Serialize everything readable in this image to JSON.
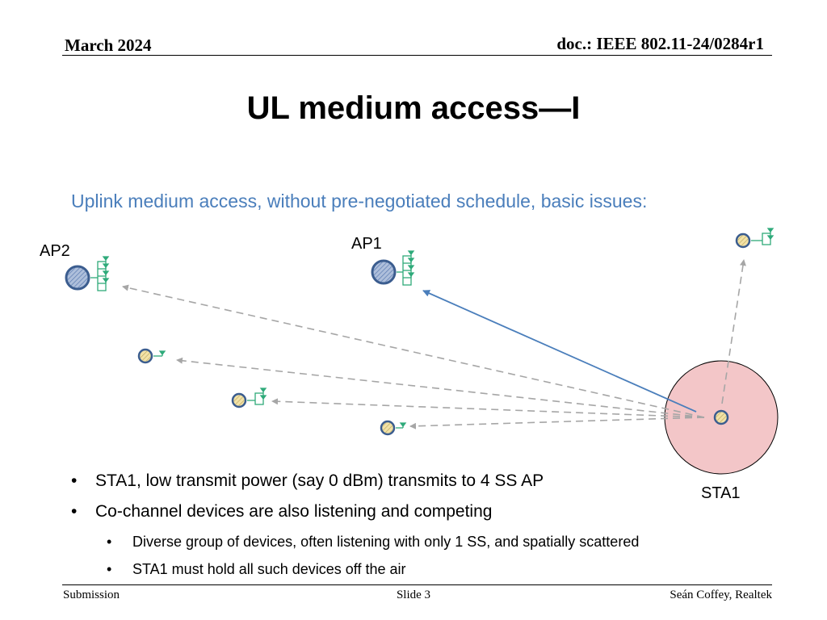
{
  "header": {
    "date": "March 2024",
    "doc": "doc.: IEEE 802.11-24/0284r1"
  },
  "title": "UL medium access—I",
  "subtitle": "Uplink medium access, without pre-negotiated schedule, basic issues:",
  "diagram": {
    "labels": {
      "ap2": "AP2",
      "ap1": "AP1",
      "sta1": "STA1"
    },
    "colors": {
      "ap_fill": "#aebfdb",
      "sta_fill": "#f2e2a6",
      "node_stroke": "#3b5d8f",
      "antenna": "#2faa7a",
      "coverage_fill": "#f3c6c8",
      "solid_arrow": "#4a7ebb",
      "dashed_arrow": "#a6a6a6"
    }
  },
  "bullets": [
    {
      "level": 1,
      "text": "STA1, low transmit power (say 0 dBm) transmits to 4 SS AP"
    },
    {
      "level": 1,
      "text": "Co-channel devices are also listening and competing"
    },
    {
      "level": 2,
      "text": "Diverse group of devices, often listening with only 1 SS, and spatially scattered"
    },
    {
      "level": 2,
      "text": "STA1 must hold all such devices off the air"
    }
  ],
  "bullet_glyph": "•",
  "footer": {
    "left": "Submission",
    "center": "Slide 3",
    "right": "Seán Coffey, Realtek"
  }
}
